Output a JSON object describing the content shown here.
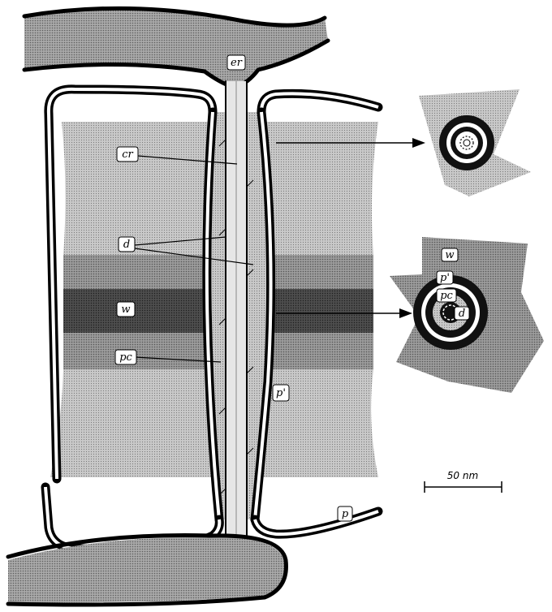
{
  "labels": {
    "er": "er",
    "cr": "cr",
    "d": "d",
    "w": "w",
    "pc": "pc",
    "p_prime": "p'",
    "p": "p",
    "cross_w": "w",
    "cross_p_prime": "p'",
    "cross_pc": "pc",
    "cross_d": "d"
  },
  "scale_bar": {
    "label": "50 nm"
  },
  "colors": {
    "light_wall": "#bdbdbd",
    "mid_wall": "#a3a3a3",
    "dark_band": "#4a4a4a",
    "er_fill": "#9e9e9e",
    "membrane": "#000000"
  }
}
